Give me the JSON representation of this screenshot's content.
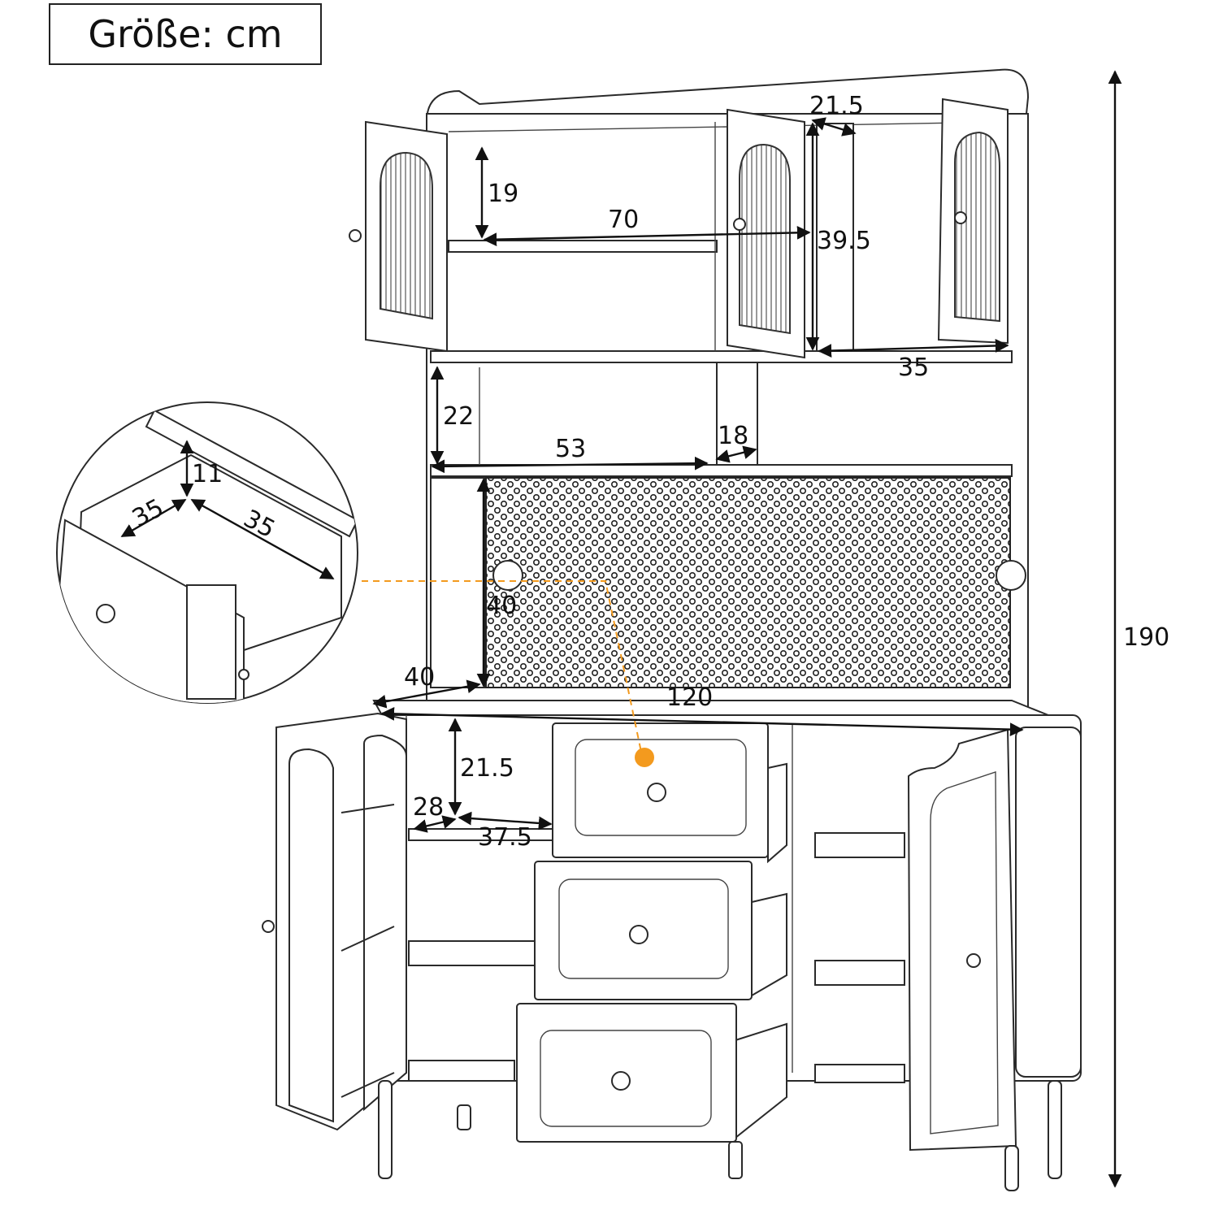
{
  "title": "Größe: cm",
  "dimensions": {
    "total_height": "190",
    "upper_depth": "21.5",
    "upper_shelf_height": "19",
    "upper_width": "70",
    "upper_side_height": "39.5",
    "upper_side_width": "35",
    "middle_height": "22",
    "middle_width": "53",
    "middle_small_width": "18",
    "drawer_height": "11",
    "drawer_depth": "35",
    "drawer_width": "35",
    "pegboard_height": "40",
    "counter_depth": "40",
    "counter_width": "120",
    "base_shelf_height": "21.5",
    "base_shelf_depth": "28",
    "base_shelf_width": "37.5"
  },
  "colors": {
    "line": "#2a2a2a",
    "accent": "#f39a1e"
  }
}
